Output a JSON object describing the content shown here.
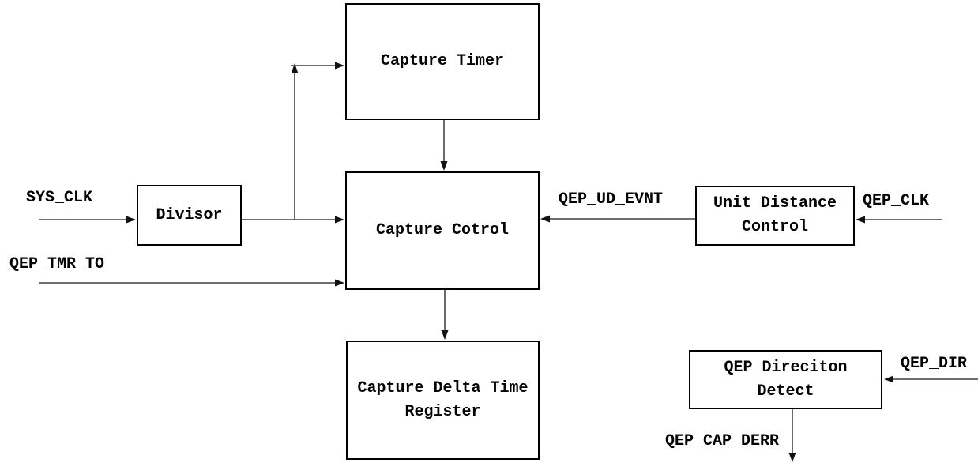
{
  "blocks": {
    "capture_timer": {
      "label": "Capture Timer"
    },
    "divisor": {
      "label": "Divisor"
    },
    "capture_control": {
      "label": "Capture Cotrol"
    },
    "unit_distance_control": {
      "label": "Unit Distance\nControl"
    },
    "capture_delta_time_register": {
      "label": "Capture Delta Time\nRegister"
    },
    "qep_direction_detect": {
      "label": "QEP Direciton\nDetect"
    }
  },
  "signals": {
    "sys_clk": {
      "label": "SYS_CLK"
    },
    "qep_tmr_to": {
      "label": "QEP_TMR_TO"
    },
    "qep_ud_evnt": {
      "label": "QEP_UD_EVNT"
    },
    "qep_clk": {
      "label": "QEP_CLK"
    },
    "qep_dir": {
      "label": "QEP_DIR"
    },
    "qep_cap_derr": {
      "label": "QEP_CAP_DERR"
    }
  },
  "colors": {
    "background": "#ffffff",
    "line": "#5a5a5a",
    "arrowhead": "#111111",
    "box_border": "#000000",
    "text": "#000000"
  }
}
